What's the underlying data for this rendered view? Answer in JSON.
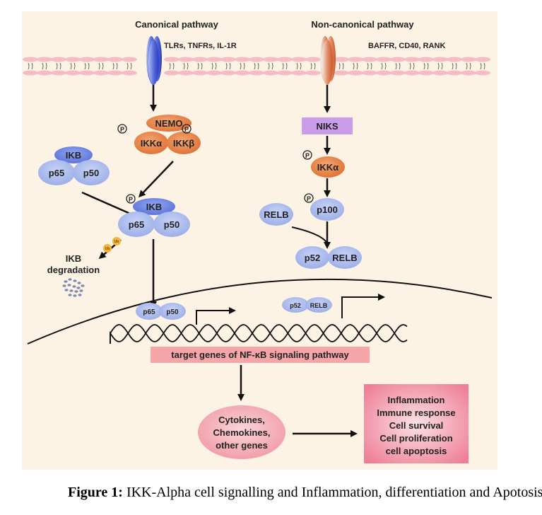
{
  "figure": {
    "canonical_title": "Canonical pathway",
    "noncanonical_title": "Non-canonical pathway",
    "canonical_receptors": "TLRs, TNFRs, IL-1R",
    "noncanonical_receptors": "BAFFR, CD40, RANK",
    "canonical": {
      "nemo": "NEMO",
      "ikka": "IKKα",
      "ikkb": "IKKβ",
      "phospho": "P",
      "inactive_complex": {
        "ikb": "IKB",
        "p65": "p65",
        "p50": "p50"
      },
      "phos_complex": {
        "ikb": "IKB",
        "p65": "p65",
        "p50": "p50"
      },
      "ubiquitin": "Ub",
      "degradation_label_1": "IKB",
      "degradation_label_2": "degradation"
    },
    "noncanonical": {
      "niks": "NIKS",
      "ikka": "IKKα",
      "p100": "p100",
      "relb": "RELB",
      "p52": "p52",
      "relb2": "RELB"
    },
    "nucleus": {
      "canonical_dimer": {
        "p65": "p65",
        "p50": "p50"
      },
      "noncanonical_dimer": {
        "p52": "p52",
        "relb": "RELB"
      },
      "target_genes": "target genes of NF-κB signaling pathway"
    },
    "outputs": {
      "genes": [
        "Cytokines,",
        "Chemokines,",
        "other genes"
      ],
      "responses": [
        "Inflammation",
        "Immune response",
        "Cell survival",
        "Cell proliferation",
        "cell apoptosis"
      ]
    },
    "colors": {
      "background": "#fdf3e5",
      "membrane": "#f4b8c4",
      "blue_protein": "#a9b8ec",
      "orange_protein": "#e8874f",
      "niks": "#c79ce8",
      "target_box": "#f6a5a8",
      "response_box": "#f08aa0"
    }
  },
  "caption": {
    "label": "Figure 1:",
    "text": " IKK-Alpha cell signalling and Inflammation, differentiation and Apotosis"
  }
}
